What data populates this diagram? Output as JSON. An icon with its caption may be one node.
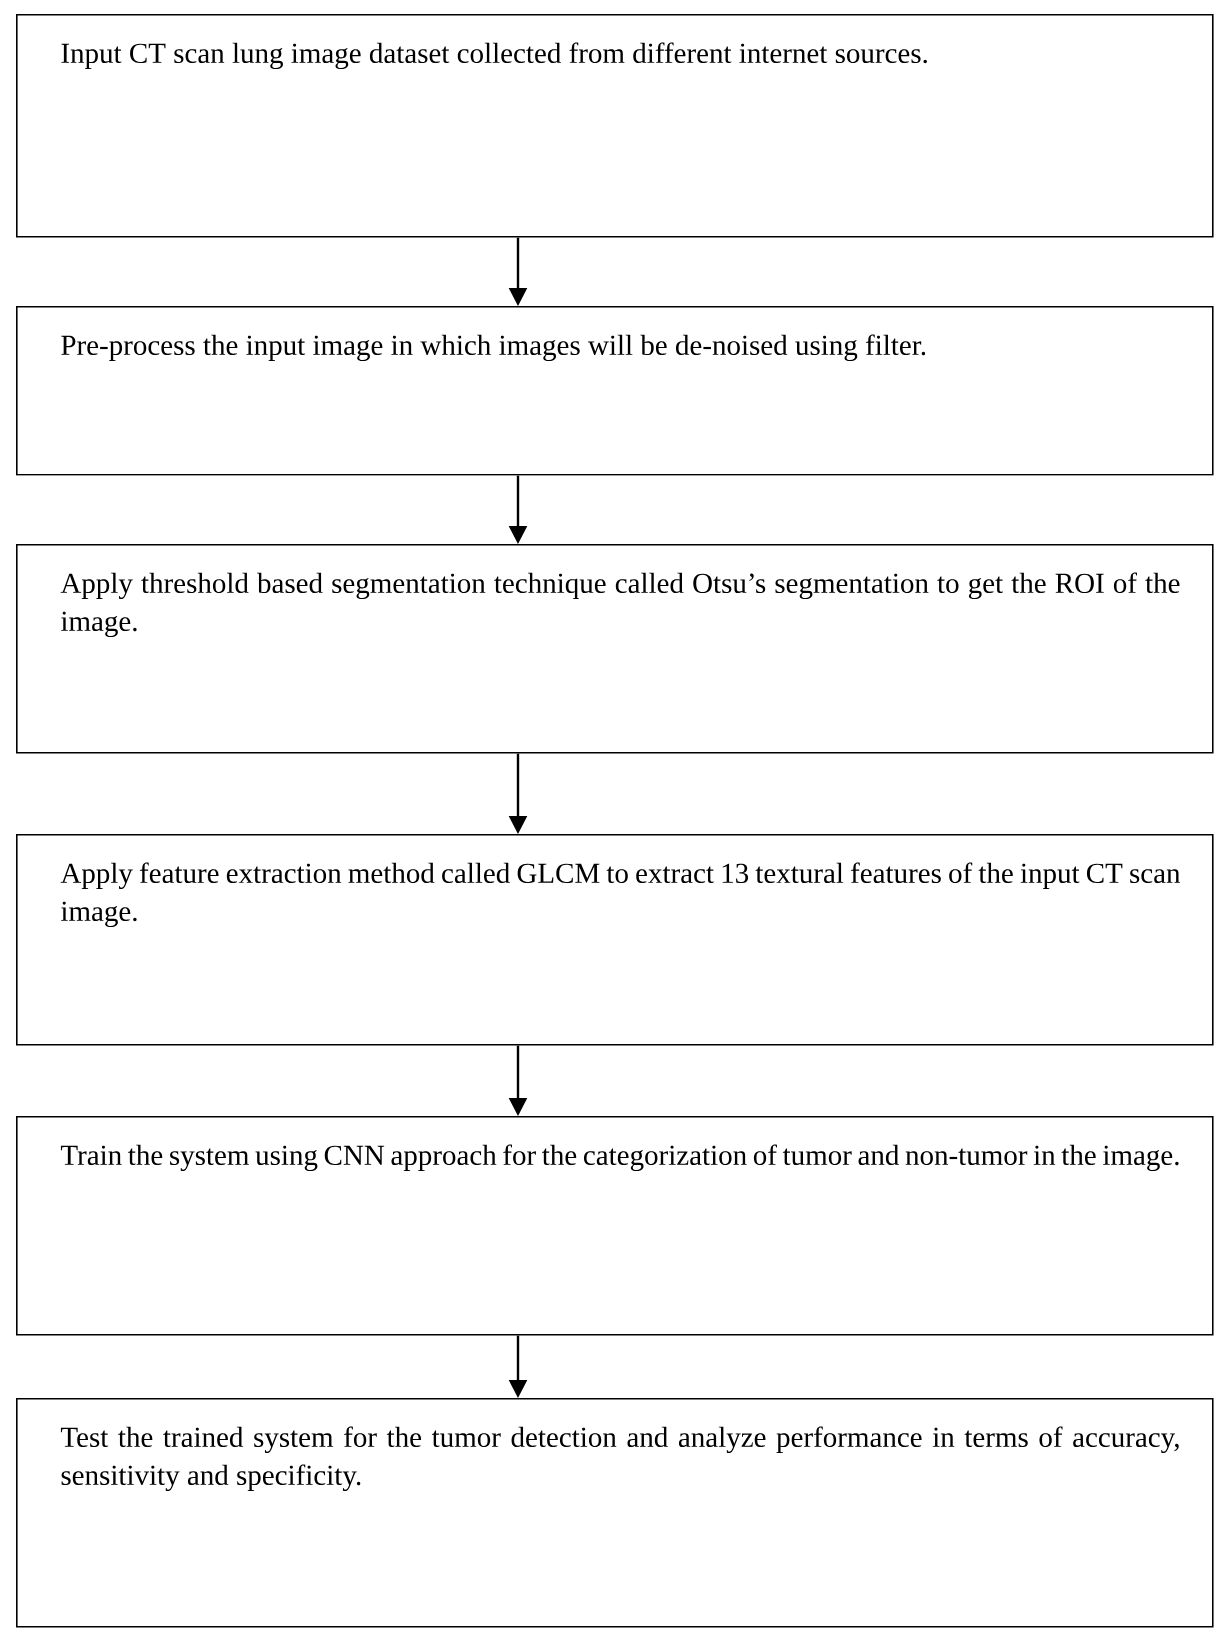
{
  "diagram": {
    "nodes": [
      {
        "text": [
          "Input CT scan lung image dataset collected from different internet sources."
        ]
      },
      {
        "text": [
          "Pre-process the input image in which images will be de-noised using filter."
        ]
      },
      {
        "text": [
          "Apply threshold based segmentation technique called Otsu’s segmentation to get the ROI of the image."
        ]
      },
      {
        "text": [
          "Apply feature extraction method called GLCM to extract 13 textural features of the input CT scan image."
        ]
      },
      {
        "text": [
          "Train the system using CNN approach for the categorization of tumor and non-tumor in the image."
        ]
      },
      {
        "text": [
          "Test the trained system for the tumor detection and analyze performance in terms of accuracy, sensitivity and specificity."
        ]
      }
    ],
    "edges": [
      {
        "from": 0,
        "to": 1,
        "arrow": "to"
      },
      {
        "from": 1,
        "to": 2,
        "arrow": "to"
      },
      {
        "from": 2,
        "to": 3,
        "arrow": "to"
      },
      {
        "from": 3,
        "to": 4,
        "arrow": "to"
      },
      {
        "from": 4,
        "to": 5,
        "arrow": "to"
      }
    ]
  }
}
